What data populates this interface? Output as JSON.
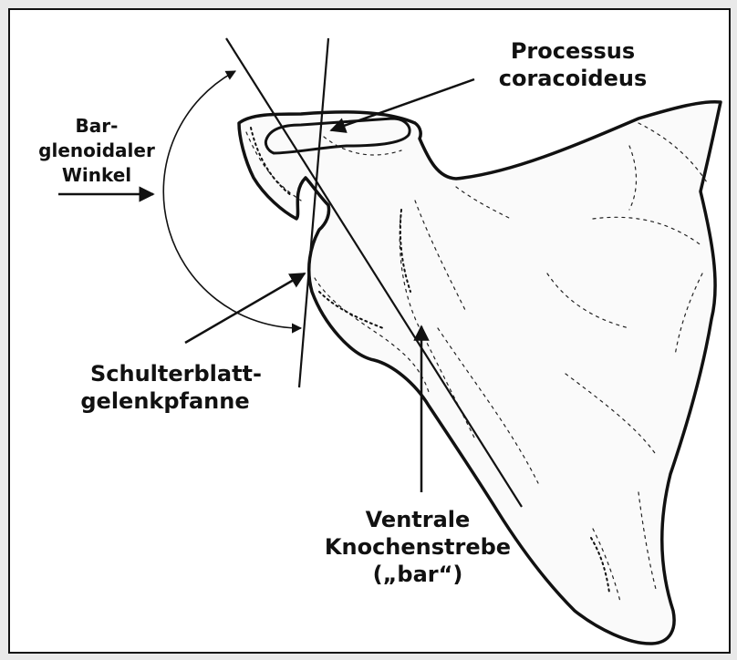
{
  "labels": {
    "processus_line1": "Processus",
    "processus_line2": "coracoideus",
    "angle_line1": "Bar-",
    "angle_line2": "glenoidaler",
    "angle_line3": "Winkel",
    "glenoid_line1": "Schulterblatt-",
    "glenoid_line2": "gelenkpfanne",
    "bar_line1": "Ventrale",
    "bar_line2": "Knochenstrebe",
    "bar_line3": "(„bar“)"
  },
  "colors": {
    "ink": "#111111",
    "background": "#ffffff",
    "frame": "#e9e9e9"
  }
}
